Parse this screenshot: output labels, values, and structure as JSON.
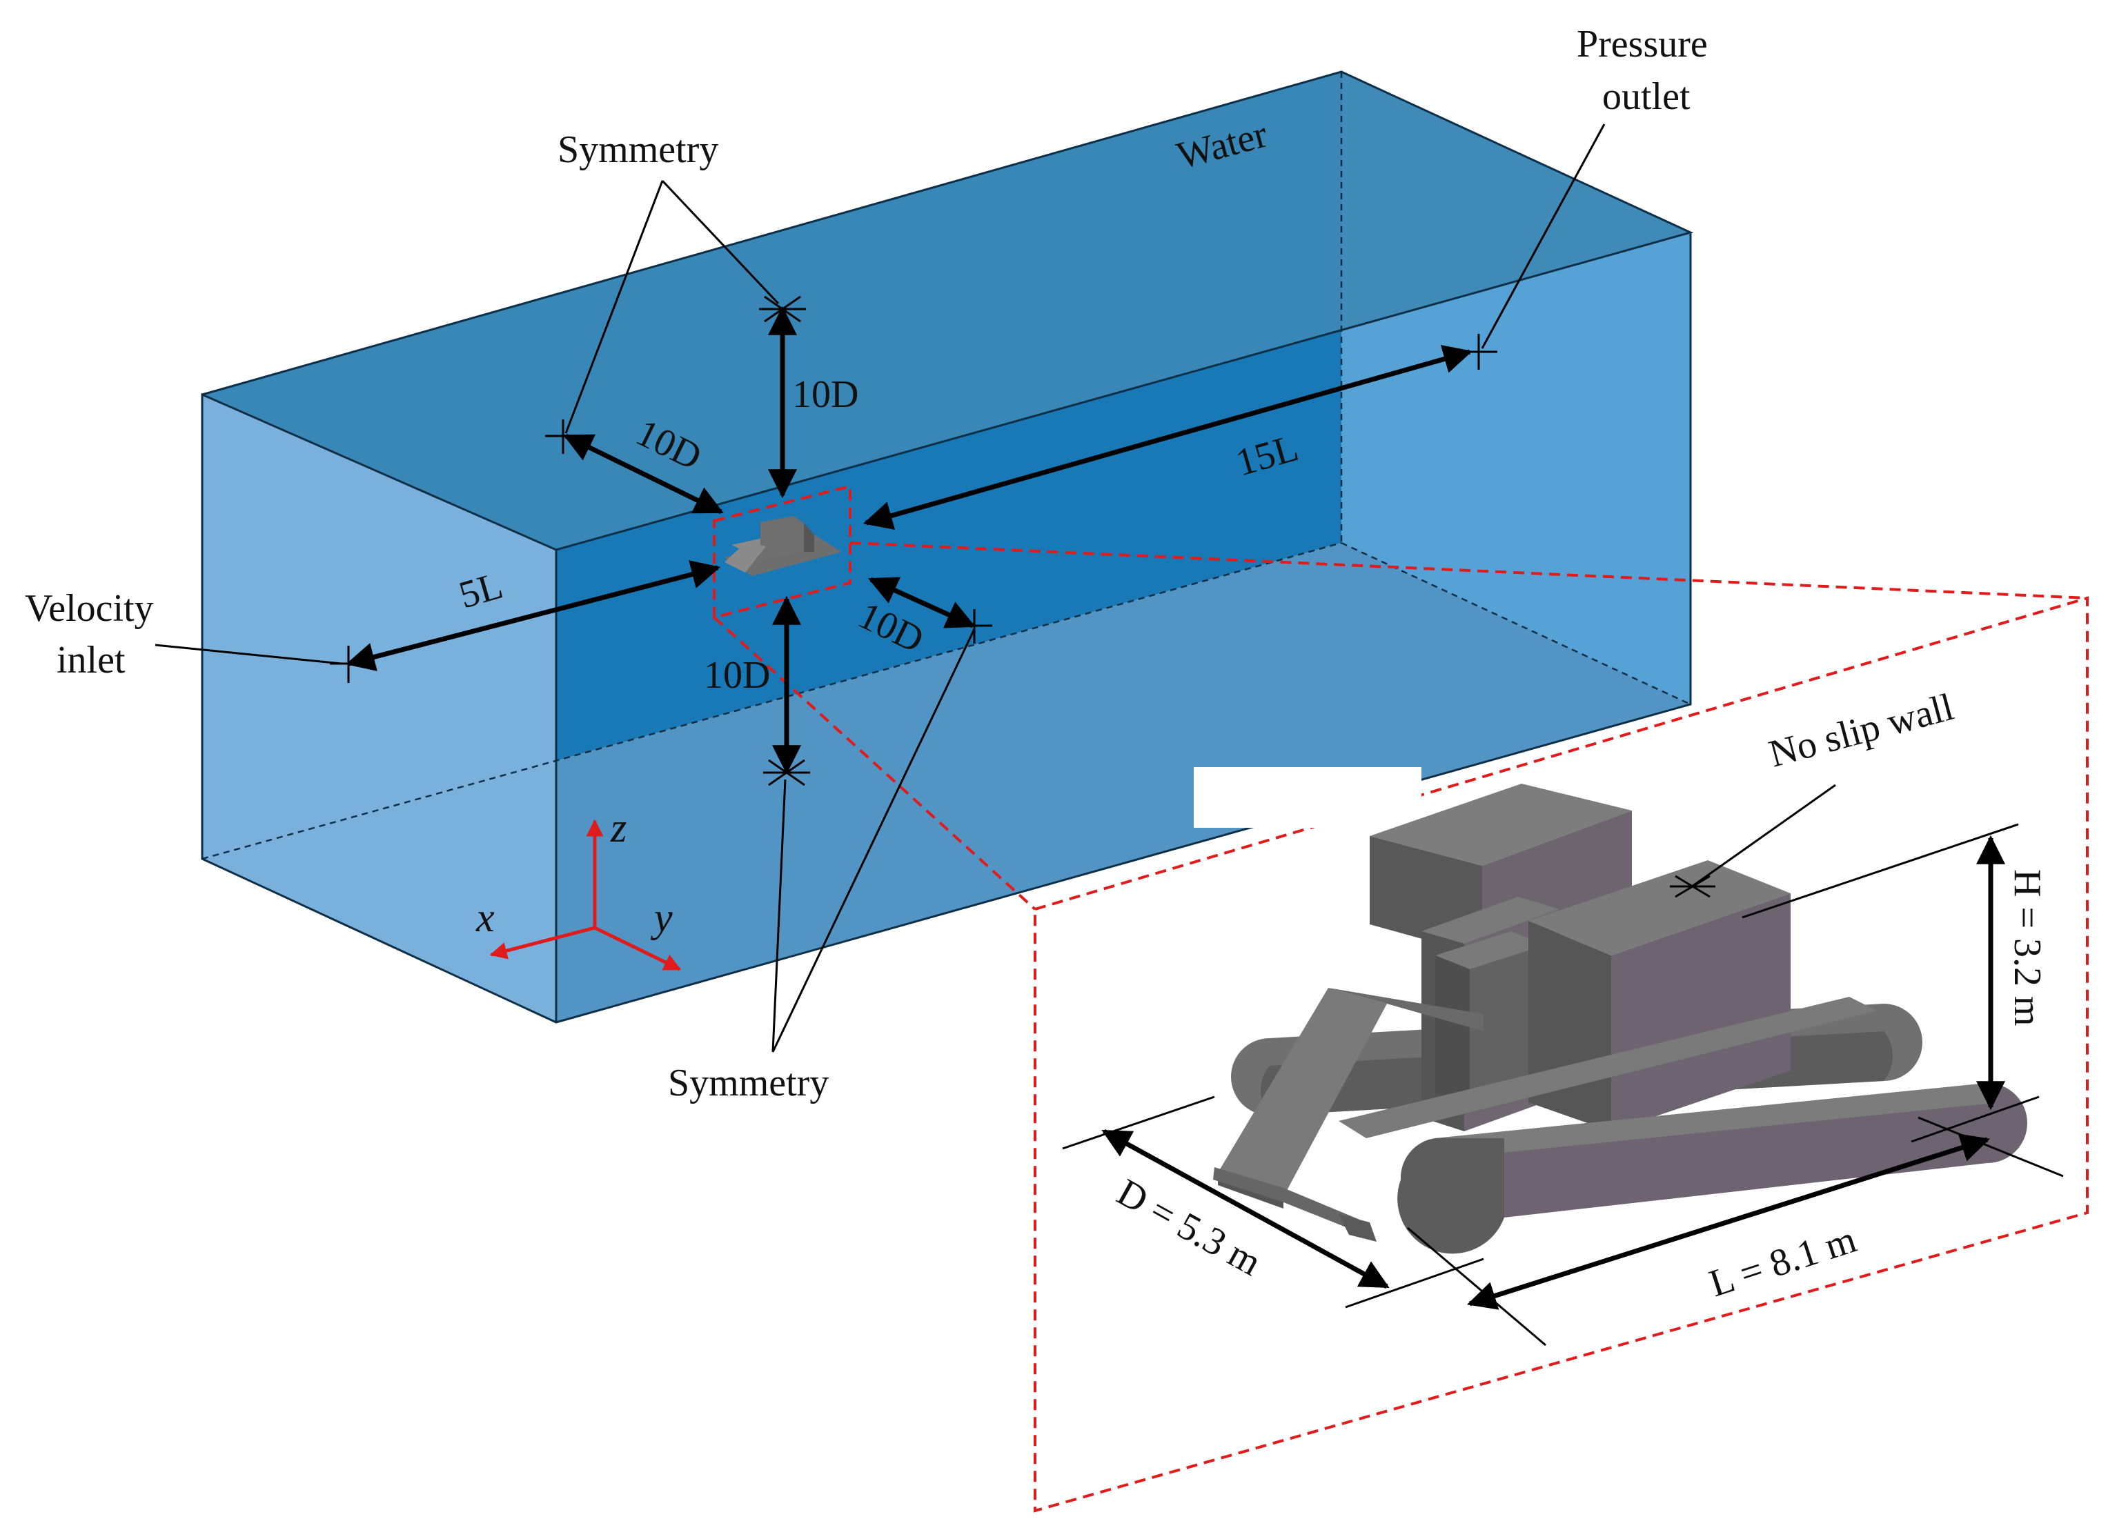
{
  "labels": {
    "water": "Water",
    "pressure_outlet": [
      "Pressure",
      "outlet"
    ],
    "velocity_inlet": [
      "Velocity",
      "inlet"
    ],
    "symmetry_top": "Symmetry",
    "symmetry_bottom": "Symmetry",
    "dim_10d_top": "10D",
    "dim_10d_side": "10D",
    "dim_10d_front": "10D",
    "dim_10d_bottom": "10D",
    "dim_15l": "15L",
    "dim_5l": "5L",
    "no_slip_wall": "No slip wall",
    "dim_h": "H = 3.2 m",
    "dim_d": "D = 5.3 m",
    "dim_l": "L = 8.1 m"
  },
  "axes": {
    "x": "x",
    "y": "y",
    "z": "z"
  },
  "colors": {
    "box_front": "#1a6aa6",
    "box_top": "#3c86b4",
    "box_right": "#4f9fd6",
    "box_back": "#1a8ac9",
    "box_floor": "#97c9ea",
    "box_left": "#7ab1dc",
    "detail_frame": "#e01b1b",
    "vehicle_light": "#7a7a7a",
    "vehicle_dark": "#565656",
    "vehicle_mauve": "#6e6370",
    "axis_arrows": "#e01b1b"
  }
}
